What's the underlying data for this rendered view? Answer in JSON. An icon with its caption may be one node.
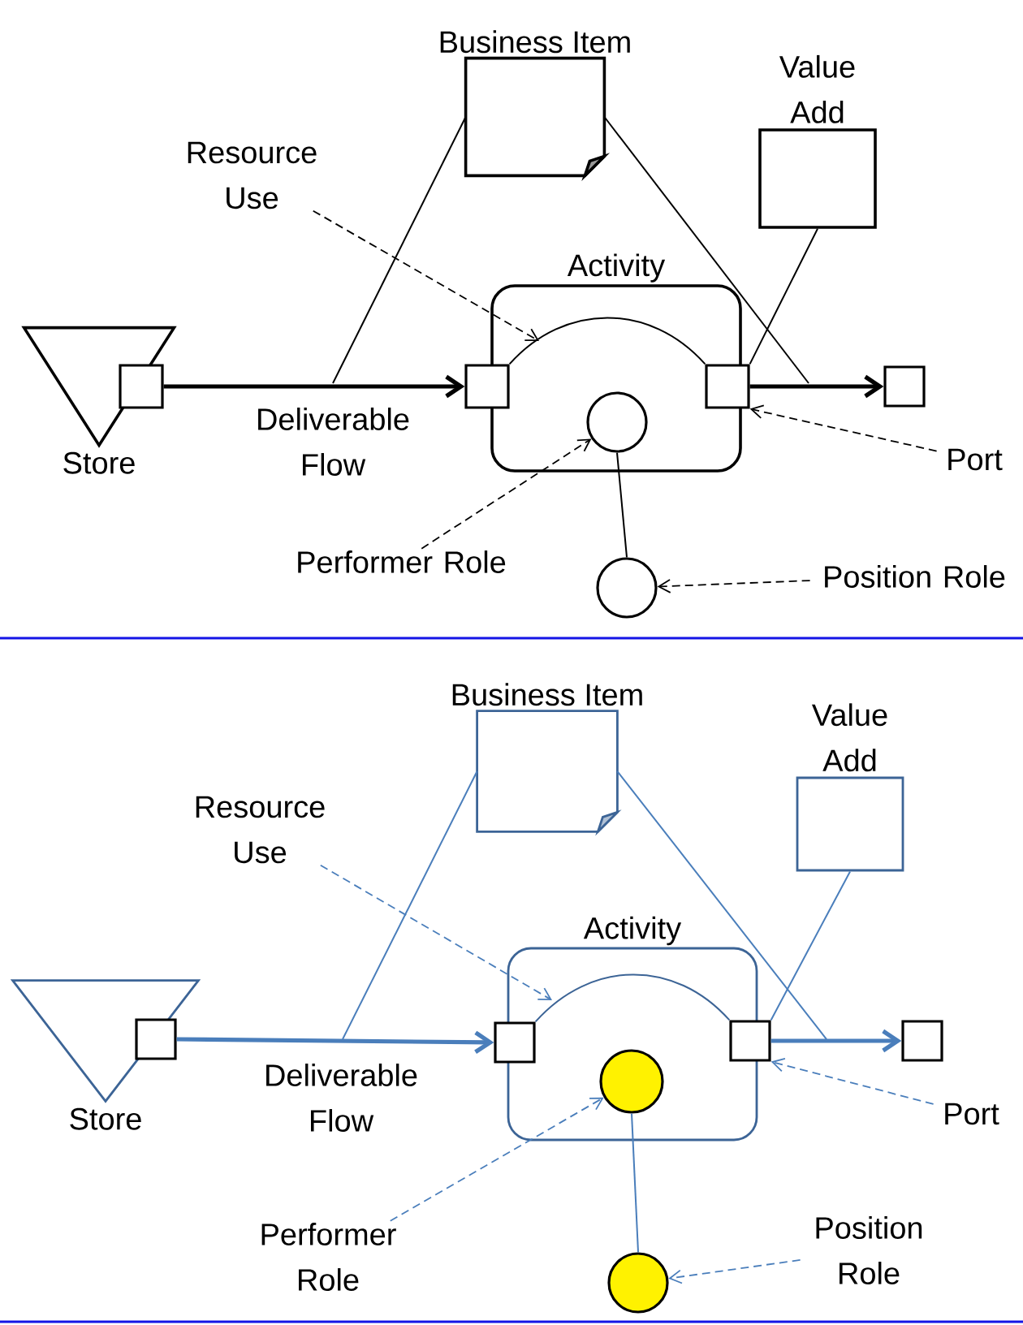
{
  "diagram": {
    "nodes": [
      {
        "text": [
          "Store"
        ]
      },
      {
        "text": [],
        "shape": "box"
      },
      {
        "text": [
          "Activity"
        ]
      },
      {
        "text": [],
        "shape": "box"
      },
      {
        "text": [],
        "shape": "box"
      },
      {
        "text": [],
        "shape": "circle",
        "in": 2
      },
      {
        "text": [
          "Business Item"
        ]
      },
      {
        "text": [
          "Value Add"
        ]
      },
      {
        "text": [],
        "shape": "box"
      },
      {
        "text": [],
        "shape": "circle"
      },
      {
        "text": [
          "Resource Use"
        ]
      },
      {
        "text": [
          "Port"
        ]
      },
      {
        "text": [
          "Performer Role"
        ]
      },
      {
        "text": [
          "Position Role"
        ]
      },
      {
        "text": [
          "Store"
        ]
      },
      {
        "text": [],
        "shape": "box"
      },
      {
        "text": [
          "Activity"
        ]
      },
      {
        "text": [],
        "shape": "box"
      },
      {
        "text": [],
        "shape": "box"
      },
      {
        "text": [],
        "shape": "circle",
        "in": 16
      },
      {
        "text": [
          "Business Item"
        ]
      },
      {
        "text": [
          "Value Add"
        ]
      },
      {
        "text": [],
        "shape": "box"
      },
      {
        "text": [],
        "shape": "circle"
      },
      {
        "text": [
          "Resource Use"
        ]
      },
      {
        "text": [
          "Port"
        ]
      },
      {
        "text": [
          "Performer Role"
        ]
      },
      {
        "text": [
          "Position Role"
        ]
      }
    ],
    "edges": [
      {
        "from": 1,
        "to": 3,
        "arrow": "to",
        "style": "thick",
        "label": "Deliverable Flow"
      },
      {
        "from": 4,
        "to": 8,
        "arrow": "to",
        "style": "thick"
      },
      {
        "from": 3,
        "to": 4,
        "arrow": "none"
      },
      {
        "from": 6,
        "to": null,
        "arrow": "none"
      },
      {
        "from": 6,
        "to": null,
        "arrow": "none"
      },
      {
        "from": 7,
        "to": 4,
        "arrow": "none"
      },
      {
        "from": 5,
        "to": 9,
        "arrow": "none"
      },
      {
        "from": 10,
        "to": null,
        "arrow": "to",
        "style": "dashed"
      },
      {
        "from": 11,
        "to": 4,
        "arrow": "to",
        "style": "dashed"
      },
      {
        "from": 12,
        "to": 5,
        "arrow": "to",
        "style": "dashed"
      },
      {
        "from": 13,
        "to": 9,
        "arrow": "to",
        "style": "dashed"
      },
      {
        "from": 15,
        "to": 17,
        "arrow": "to",
        "style": "thick",
        "color": "#4a7ebb",
        "label": "Deliverable Flow"
      },
      {
        "from": 18,
        "to": 22,
        "arrow": "to",
        "style": "thick",
        "color": "#4a7ebb"
      },
      {
        "from": 17,
        "to": 18,
        "arrow": "none",
        "color": "#3c6496"
      },
      {
        "from": 20,
        "to": null,
        "arrow": "none",
        "color": "#4a7ebb"
      },
      {
        "from": 20,
        "to": null,
        "arrow": "none",
        "color": "#4a7ebb"
      },
      {
        "from": 21,
        "to": 18,
        "arrow": "none",
        "color": "#4a7ebb"
      },
      {
        "from": 19,
        "to": 23,
        "arrow": "none",
        "color": "#4a7ebb"
      },
      {
        "from": 24,
        "to": null,
        "arrow": "to",
        "style": "dashed",
        "color": "#4a7ebb"
      },
      {
        "from": 25,
        "to": 18,
        "arrow": "to",
        "style": "dashed",
        "color": "#4a7ebb"
      },
      {
        "from": 26,
        "to": 19,
        "arrow": "to",
        "style": "dashed",
        "color": "#4a7ebb"
      },
      {
        "from": 27,
        "to": 23,
        "arrow": "to",
        "style": "dashed",
        "color": "#4a7ebb"
      }
    ]
  }
}
